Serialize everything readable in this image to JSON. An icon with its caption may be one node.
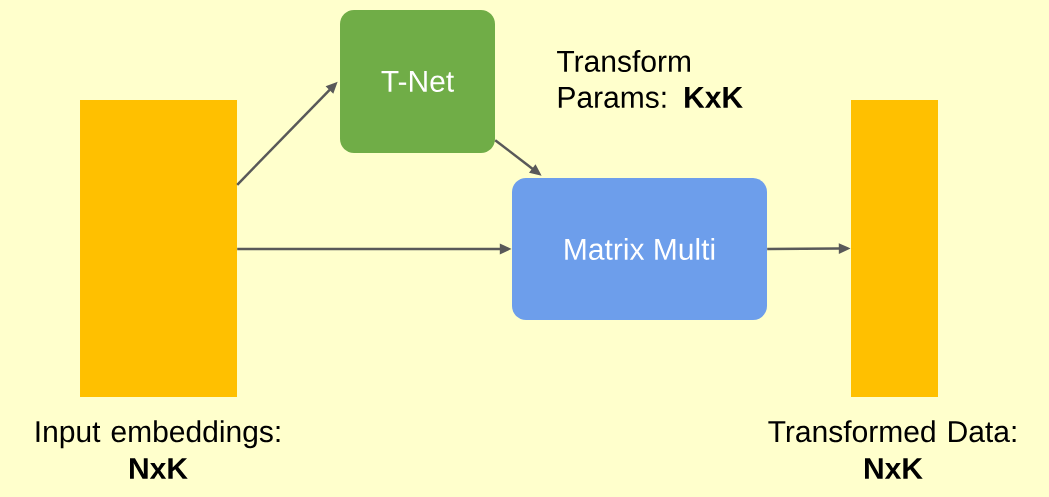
{
  "diagram": {
    "nodes": [
      {
        "text": [],
        "shape": "bar",
        "beside": [
          "Input embeddings:",
          "NxK"
        ]
      },
      {
        "text": [
          "T-Net"
        ]
      },
      {
        "text": [
          "Matrix Multi"
        ]
      },
      {
        "text": [],
        "shape": "bar",
        "beside": [
          "Transformed Data:",
          "NxK"
        ]
      }
    ],
    "edges": [
      {
        "from": 0,
        "to": 1,
        "arrow": "to"
      },
      {
        "from": 1,
        "to": 2,
        "arrow": "to",
        "label": "Transform Params: **KxK**"
      },
      {
        "from": 0,
        "to": 2,
        "arrow": "to"
      },
      {
        "from": 2,
        "to": 3,
        "arrow": "to"
      }
    ]
  }
}
